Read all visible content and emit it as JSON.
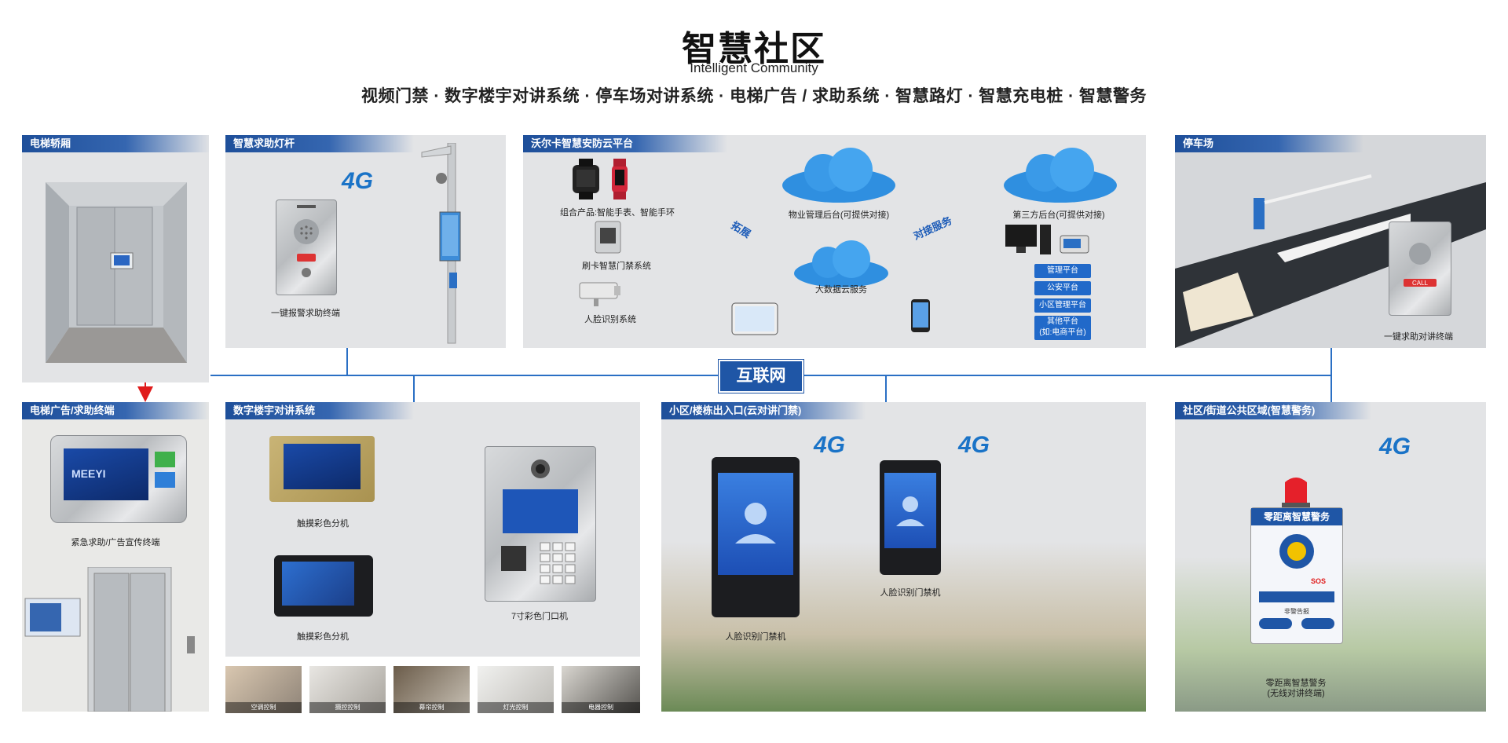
{
  "header": {
    "title": "智慧社区",
    "subtitle": "Intelligent Community",
    "features": "视频门禁 · 数字楼宇对讲系统 · 停车场对讲系统 · 电梯广告 / 求助系统 · 智慧路灯 · 智慧充电桩 · 智慧警务"
  },
  "panels": {
    "elevator_car": {
      "title": "电梯轿厢"
    },
    "lamp": {
      "title": "智慧求助灯杆",
      "caption": "一键报警求助终端"
    },
    "cloud": {
      "title": "沃尔卡智慧安防云平台",
      "combo": "组合产品:智能手表、智能手环",
      "card": "刷卡智慧门禁系统",
      "face": "人脸识别系统",
      "property": "物业管理后台(可提供对接)",
      "third": "第三方后台(可提供对接)",
      "bigdata": "大数据云服务",
      "expand": "拓展",
      "dock": "对接服务",
      "platforms": [
        "管理平台",
        "公安平台",
        "小区管理平台",
        "其他平台\n(如:电商平台)"
      ]
    },
    "parking": {
      "title": "停车场",
      "caption": "一键求助对讲终端",
      "call": "CALL"
    },
    "internet": "互联网",
    "elevator_ad": {
      "title": "电梯广告/求助终端",
      "caption": "紧急求助/广告宣传终端",
      "brand": "MEEYI"
    },
    "intercom": {
      "title": "数字楼宇对讲系统",
      "touch1": "触摸彩色分机",
      "touch2": "触摸彩色分机",
      "door": "7寸彩色门口机",
      "thumbs": [
        "空调控制",
        "摄控控制",
        "幕帘控制",
        "灯光控制",
        "电器控制"
      ]
    },
    "entrance": {
      "title": "小区/楼栋出入口(云对讲门禁)",
      "big": "人脸识别门禁机",
      "small": "人脸识别门禁机"
    },
    "police": {
      "title": "社区/街道公共区域(智慧警务)",
      "sign": "零距离智慧警务",
      "caption": "零距离智慧警务\n(无线对讲终端)",
      "sos": "SOS",
      "alarm": "非警告报"
    },
    "g4": "4G"
  },
  "colors": {
    "accent": "#1f56a6",
    "arrow_red": "#e01b1b",
    "arrow_blue": "#2a6fc4",
    "panel_bg": "#e3e4e6"
  }
}
